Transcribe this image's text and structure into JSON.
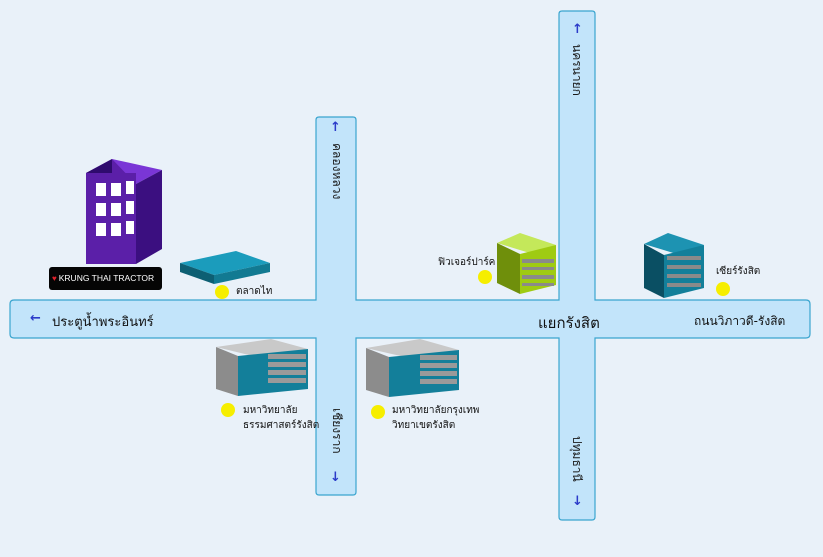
{
  "roads": {
    "west_label": "ประตูน้ำพระอินทร์",
    "east_label": "ถนนวิภาวดี-รังสิต",
    "junction_label": "แยกรังสิต",
    "north_left_label": "คลองหลวง",
    "north_right_label": "นครนายก",
    "south_left_label": "เชียงราก",
    "south_right_label": "ปทุมธานี"
  },
  "arrows": {
    "west": "←",
    "north": "↑",
    "south": "↓"
  },
  "landmarks": {
    "ktt_sign_heart": "♥",
    "ktt_sign": "KRUNG THAI TRACTOR",
    "talad_thai": "ตลาดไท",
    "future_park": "ฟิวเจอร์ปาร์ค",
    "zeer_rangsit": "เซียร์รังสิต",
    "thammasat_line1": "มหาวิทยาลัย",
    "thammasat_line2": "ธรรมศาสตร์รังสิต",
    "krungthep_line1": "มหาวิทยาลัยกรุงเทพ",
    "krungthep_line2": "วิทยาเขตรังสิต"
  },
  "colors": {
    "road_fill": "#c2e4fa",
    "road_stroke": "#3aa5cf",
    "arrow": "#2b3bc9",
    "marker": "#f6ee00",
    "ktt_building": "#5b1fa8",
    "future_park_building": "#9fcb12",
    "teal_building": "#137f9a",
    "grey_building": "#9a9a9a"
  }
}
